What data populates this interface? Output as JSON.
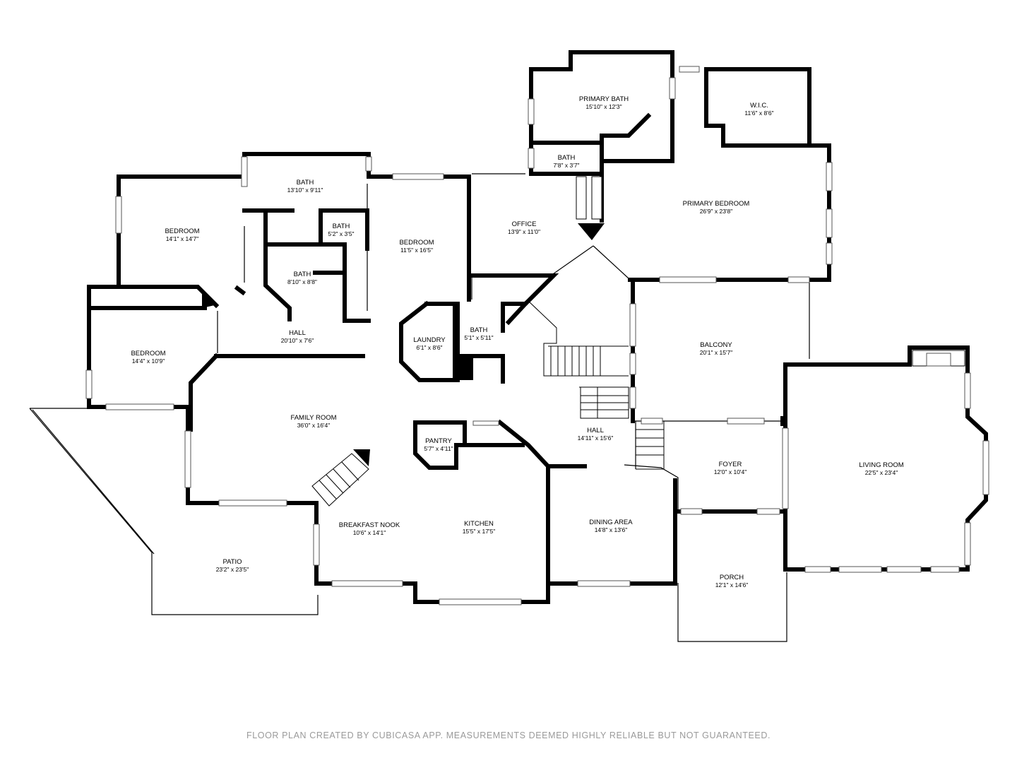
{
  "rooms": [
    {
      "id": "primary-bath",
      "name": "PRIMARY BATH",
      "dim": "15'10\" x 12'3\""
    },
    {
      "id": "wic",
      "name": "W.I.C.",
      "dim": "11'6\" x 8'6\""
    },
    {
      "id": "bath-small-top",
      "name": "BATH",
      "dim": "7'8\" x 3'7\""
    },
    {
      "id": "bath-top",
      "name": "BATH",
      "dim": "13'10\" x 9'11\""
    },
    {
      "id": "primary-bedroom",
      "name": "PRIMARY BEDROOM",
      "dim": "26'9\" x 23'8\""
    },
    {
      "id": "office",
      "name": "OFFICE",
      "dim": "13'9\" x 11'0\""
    },
    {
      "id": "bedroom-1",
      "name": "BEDROOM",
      "dim": "14'1\" x 14'7\""
    },
    {
      "id": "bath-mid",
      "name": "BATH",
      "dim": "5'2\" x 3'5\""
    },
    {
      "id": "bedroom-2",
      "name": "BEDROOM",
      "dim": "11'5\" x 16'5\""
    },
    {
      "id": "bath-left",
      "name": "BATH",
      "dim": "8'10\" x 8'8\""
    },
    {
      "id": "hall-left",
      "name": "HALL",
      "dim": "20'10\" x 7'6\""
    },
    {
      "id": "laundry",
      "name": "LAUNDRY",
      "dim": "6'1\" x 8'6\""
    },
    {
      "id": "bath-laundry",
      "name": "BATH",
      "dim": "5'1\" x 5'11\""
    },
    {
      "id": "bedroom-3",
      "name": "BEDROOM",
      "dim": "14'4\" x 10'9\""
    },
    {
      "id": "balcony",
      "name": "BALCONY",
      "dim": "20'1\" x 15'7\""
    },
    {
      "id": "family-room",
      "name": "FAMILY ROOM",
      "dim": "36'0\" x 16'4\""
    },
    {
      "id": "pantry",
      "name": "PANTRY",
      "dim": "5'7\" x 4'11\""
    },
    {
      "id": "hall-right",
      "name": "HALL",
      "dim": "14'11\" x 15'6\""
    },
    {
      "id": "foyer",
      "name": "FOYER",
      "dim": "12'0\" x 10'4\""
    },
    {
      "id": "living-room",
      "name": "LIVING ROOM",
      "dim": "22'5\" x 23'4\""
    },
    {
      "id": "breakfast-nook",
      "name": "BREAKFAST NOOK",
      "dim": "10'6\" x 14'1\""
    },
    {
      "id": "kitchen",
      "name": "KITCHEN",
      "dim": "15'5\" x 17'5\""
    },
    {
      "id": "dining-area",
      "name": "DINING AREA",
      "dim": "14'8\" x 13'6\""
    },
    {
      "id": "patio",
      "name": "PATIO",
      "dim": "23'2\" x 23'5\""
    },
    {
      "id": "porch",
      "name": "PORCH",
      "dim": "12'1\" x 14'6\""
    }
  ],
  "footer": "FLOOR PLAN CREATED BY CUBICASA APP. MEASUREMENTS DEEMED HIGHLY RELIABLE BUT NOT GUARANTEED."
}
